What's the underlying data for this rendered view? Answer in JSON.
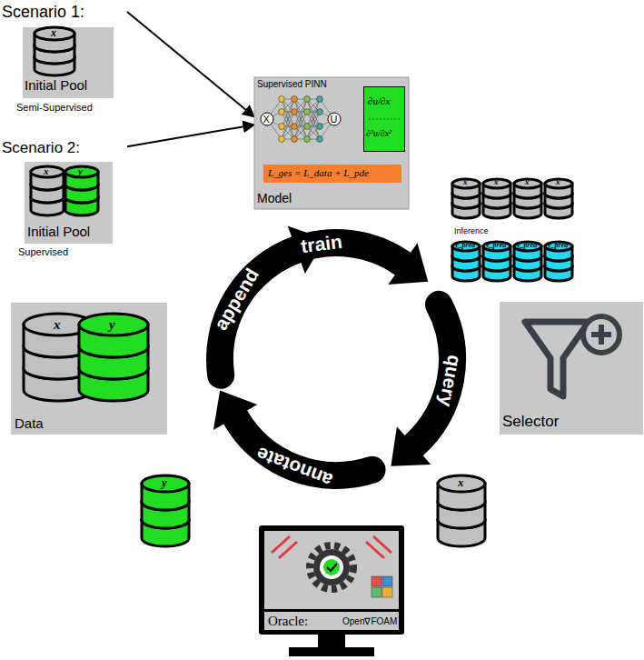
{
  "diagram": {
    "nodes": [
      {
        "text": [
          "Scenario 1:",
          "x",
          "Initial Pool",
          "Semi-Supervised"
        ]
      },
      {
        "text": [
          "Scenario 2:",
          "x",
          "y",
          "Initial Pool",
          "Supervised"
        ]
      },
      {
        "text": [
          "Supervised PINN",
          "Model"
        ]
      },
      {
        "text": [
          "X"
        ],
        "in": 2
      },
      {
        "text": [
          "U"
        ],
        "in": 2
      },
      {
        "text": [
          "∂u/∂x",
          "∂²u/∂x²"
        ],
        "in": 2
      },
      {
        "text": [
          "L_ges = L_data + L_pde"
        ],
        "in": 2
      },
      {
        "text": [
          "x"
        ]
      },
      {
        "text": [
          "x"
        ]
      },
      {
        "text": [
          "x"
        ]
      },
      {
        "text": [
          "x"
        ]
      },
      {
        "text": [
          "y_pred"
        ]
      },
      {
        "text": [
          "y_pred"
        ]
      },
      {
        "text": [
          "y_pred"
        ]
      },
      {
        "text": [
          "y_pred"
        ]
      },
      {
        "text": [
          "Selector"
        ]
      },
      {
        "text": [
          "x",
          "y",
          "Data"
        ]
      },
      {
        "text": [
          "x"
        ]
      },
      {
        "text": [
          "y"
        ]
      },
      {
        "text": [
          "Oracle:",
          "Open∇FOAM"
        ]
      }
    ],
    "edges": [
      {
        "from": 0,
        "to": 2,
        "arrow": "to"
      },
      {
        "from": 1,
        "to": 2,
        "arrow": "to"
      },
      {
        "from": 4,
        "to": 5,
        "arrow": "to"
      },
      {
        "from": 4,
        "to": 6,
        "arrow": "to"
      },
      {
        "from": 5,
        "to": 6,
        "arrow": "to"
      }
    ],
    "labels": [
      "Inference",
      "train",
      "query",
      "annotate",
      "append"
    ]
  }
}
